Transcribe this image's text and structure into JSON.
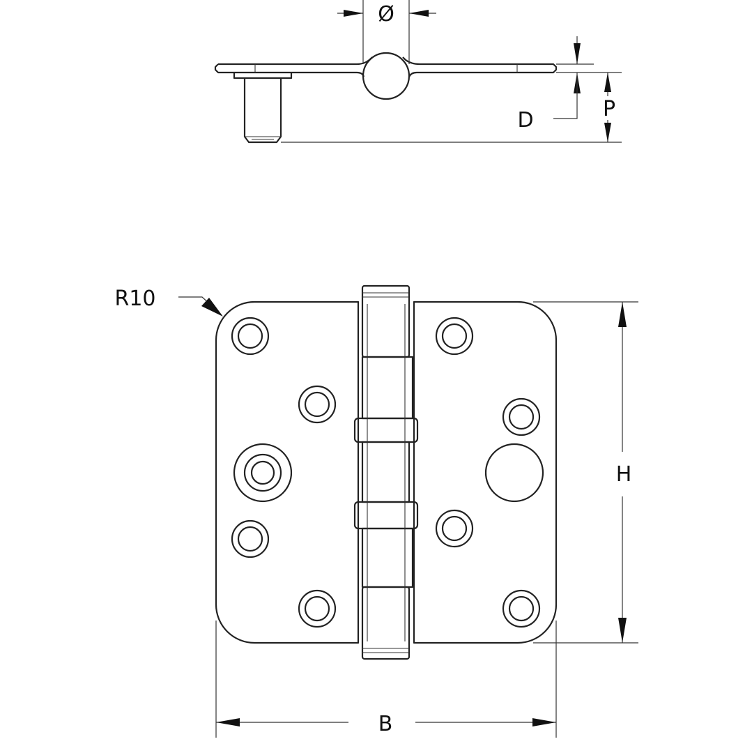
{
  "labels": {
    "diameter": "Ø",
    "thickness": "D",
    "pin_projection": "P",
    "height": "H",
    "width": "B",
    "corner_radius": "R10"
  },
  "colors": {
    "line": "#222222",
    "background": "#ffffff"
  }
}
